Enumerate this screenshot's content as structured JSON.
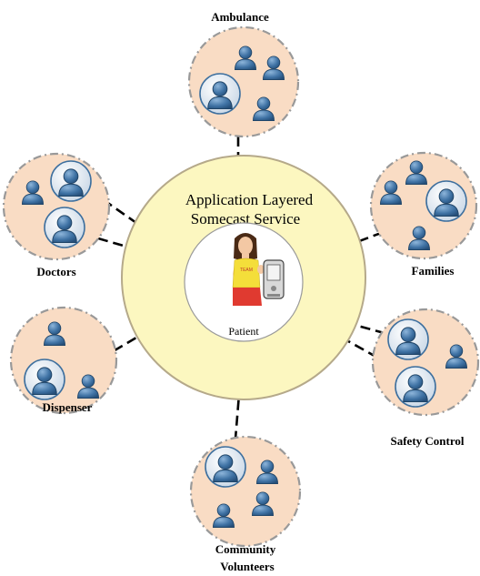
{
  "service": {
    "line1": "Application Layered",
    "line2": "Somecast Service"
  },
  "patient": {
    "label": "Patient",
    "shirt_text": "TEAM"
  },
  "groups": [
    {
      "id": "ambulance",
      "label": "Ambulance"
    },
    {
      "id": "families",
      "label": "Families"
    },
    {
      "id": "safety",
      "label": "Safety Control"
    },
    {
      "id": "community",
      "label": "Community",
      "label2": "Volunteers"
    },
    {
      "id": "dispenser",
      "label": "Dispenser"
    },
    {
      "id": "doctors",
      "label": "Doctors"
    }
  ],
  "colors": {
    "group_fill": "#f9dcc4",
    "group_border": "#999999",
    "ring_fill": "#fcf7c0",
    "ring_border": "#b5a98a",
    "person_head": "#3d6f9e",
    "person_light": "#6e9ac2",
    "link": "#000000"
  }
}
